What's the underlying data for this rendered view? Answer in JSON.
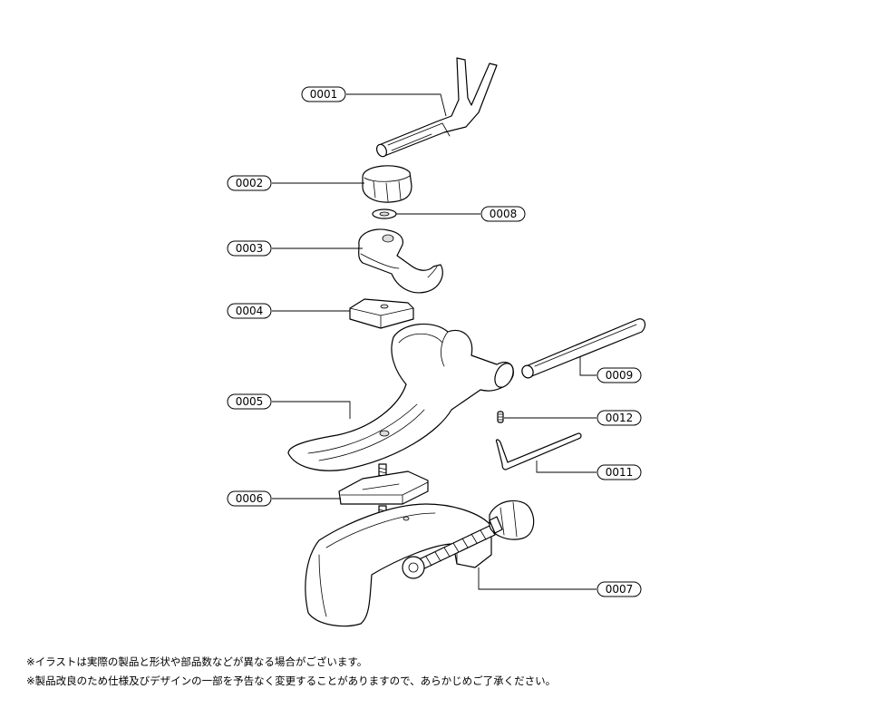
{
  "labels": {
    "p0001": "0001",
    "p0002": "0002",
    "p0003": "0003",
    "p0004": "0004",
    "p0005": "0005",
    "p0006": "0006",
    "p0007": "0007",
    "p0008": "0008",
    "p0009": "0009",
    "p0011": "0011",
    "p0012": "0012"
  },
  "notes": [
    "※イラストは実際の製品と形状や部品数などが異なる場合がございます。",
    "※製品改良のため仕様及びデザインの一部を予告なく変更することがありますので、あらかじめご了承ください。"
  ]
}
